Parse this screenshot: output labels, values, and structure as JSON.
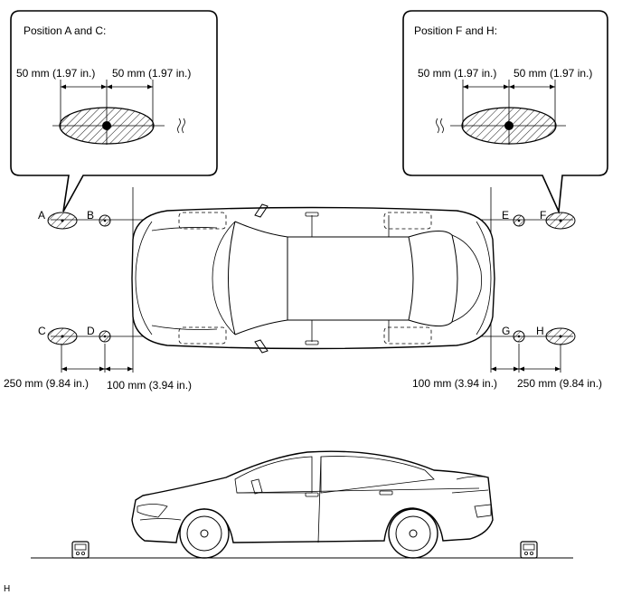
{
  "callout_left": {
    "title": "Position A and C:",
    "dim_left": "50 mm (1.97 in.)",
    "dim_right": "50 mm (1.97 in.)"
  },
  "callout_right": {
    "title": "Position F and H:",
    "dim_left": "50 mm (1.97 in.)",
    "dim_right": "50 mm (1.97 in.)"
  },
  "positions": {
    "a": "A",
    "b": "B",
    "c": "C",
    "d": "D",
    "e": "E",
    "f": "F",
    "g": "G",
    "h": "H"
  },
  "dimensions": {
    "left_outer": "250 mm (9.84 in.)",
    "left_inner": "100 mm (3.94 in.)",
    "right_inner": "100 mm (3.94 in.)",
    "right_outer": "250 mm (9.84 in.)"
  },
  "figure_code": "H",
  "icons": [
    "radar-target-icon",
    "heat-wave-icon",
    "hatched-ellipse-marker",
    "small-cross-marker"
  ]
}
